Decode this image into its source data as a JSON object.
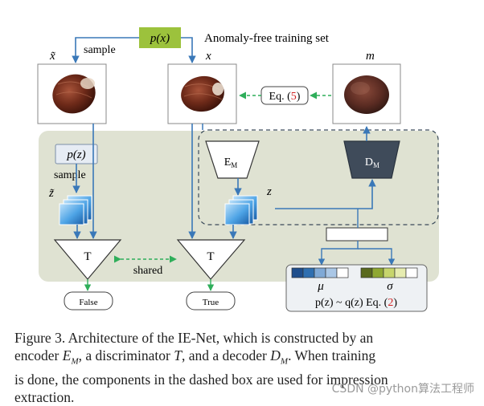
{
  "diagram": {
    "px_label": "p(x)",
    "pz_label": "p(z)",
    "training_set": "Anomaly-free training set",
    "sample_top": "sample",
    "sample_left": "sample",
    "x_tilde": "x̃",
    "x": "x",
    "m": "m",
    "z_tilde": "z̃",
    "z": "z",
    "eq5_prefix": "Eq. (",
    "eq5_num": "5",
    "eq5_suffix": ")",
    "encoder_base": "E",
    "encoder_sub": "M",
    "decoder_base": "D",
    "decoder_sub": "M",
    "disc_left": "T",
    "disc_right": "T",
    "shared": "shared",
    "out_false": "False",
    "out_true": "True",
    "mu": "μ",
    "sigma": "σ",
    "prior_prefix": "p(z) ~ q(z) Eq. (",
    "prior_num": "2",
    "prior_suffix": ")",
    "colors": {
      "panel": "#dfe2d2",
      "px_box": "#9cc23c",
      "arrow_blue": "#3a78b8",
      "arrow_green": "#2fae5a",
      "eq_red": "#d22020",
      "decoder": "#3f4b5a",
      "mu_cells": [
        "#1f4e8c",
        "#2f6fb0",
        "#7fa9d6",
        "#aac7e6",
        "#ffffff"
      ],
      "sigma_cells": [
        "#5a6a1e",
        "#8fa832",
        "#c7d56c",
        "#e6ecb0",
        "#ffffff"
      ]
    }
  },
  "caption": {
    "line1_a": "Figure 3. Architecture of the IE-Net, which is constructed by an",
    "line2_a": "encoder ",
    "line2_em": "E",
    "line2_emsub": "M",
    "line2_b": ", a discriminator ",
    "line2_t": "T",
    "line2_c": ", and a decoder ",
    "line2_dm": "D",
    "line2_dmsub": "M",
    "line2_d": ". When training",
    "line3": "is done, the components in the dashed box are used for impression",
    "line4": "extraction."
  },
  "watermark": "CSDN @python算法工程师"
}
